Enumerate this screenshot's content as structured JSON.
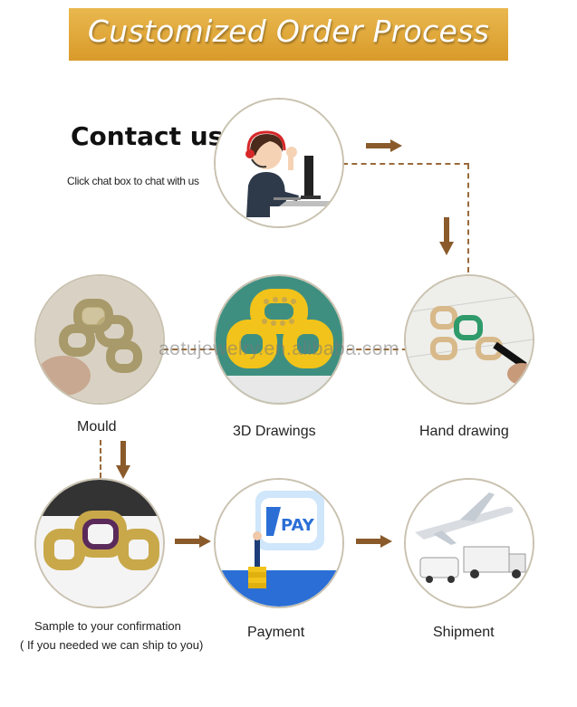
{
  "banner": {
    "title": "Customized Order Process"
  },
  "contact": {
    "title": "Contact us",
    "subtitle": "Click chat box to chat with us"
  },
  "steps": {
    "mould": "Mould",
    "drawings3d": "3D Drawings",
    "hand_drawing": "Hand drawing",
    "sample_line1": "Sample to your confirmation",
    "sample_line2": "( If you needed we can ship to you)",
    "payment": "Payment",
    "shipment": "Shipment"
  },
  "payment_sign": "PAY",
  "watermark": "aotujewelry.en.alibaba.com",
  "colors": {
    "banner": "#dfa638",
    "connector": "#9a6a3a",
    "arrow": "#8a5a2b",
    "circle_border": "#c9c2b0"
  }
}
